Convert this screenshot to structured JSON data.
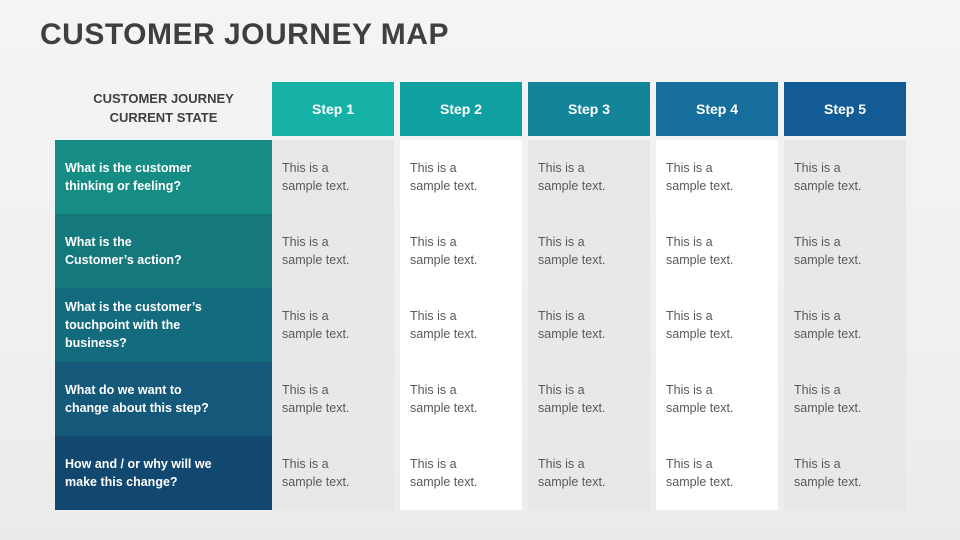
{
  "slide": {
    "title": "CUSTOMER JOURNEY MAP"
  },
  "table": {
    "corner_header": "CUSTOMER JOURNEY\nCURRENT STATE",
    "cell_text": "This is a\nsample text.",
    "columns": [
      {
        "label": "Step 1",
        "header_color": "#16b2a8",
        "cell_bg": "#e8e8e8"
      },
      {
        "label": "Step 2",
        "header_color": "#10a0a1",
        "cell_bg": "#ffffff"
      },
      {
        "label": "Step 3",
        "header_color": "#13849a",
        "cell_bg": "#e8e8e8"
      },
      {
        "label": "Step 4",
        "header_color": "#156e9b",
        "cell_bg": "#ffffff"
      },
      {
        "label": "Step 5",
        "header_color": "#135b95",
        "cell_bg": "#e8e8e8"
      }
    ],
    "rows": [
      {
        "label": "What is the customer\nthinking or feeling?",
        "color": "#158c84"
      },
      {
        "label": "What is the\nCustomer’s action?",
        "color": "#15787c"
      },
      {
        "label": "What is the customer’s\ntouchpoint with the\nbusiness?",
        "color": "#136b7d"
      },
      {
        "label": "What do we want to\nchange about this step?",
        "color": "#14587a"
      },
      {
        "label": "How and / or why will we\nmake this change?",
        "color": "#12486f"
      }
    ]
  },
  "colors": {
    "background": "#f1f1f1",
    "title_text": "#3f3f3f",
    "cell_text": "#595959",
    "header_text": "#ffffff"
  }
}
